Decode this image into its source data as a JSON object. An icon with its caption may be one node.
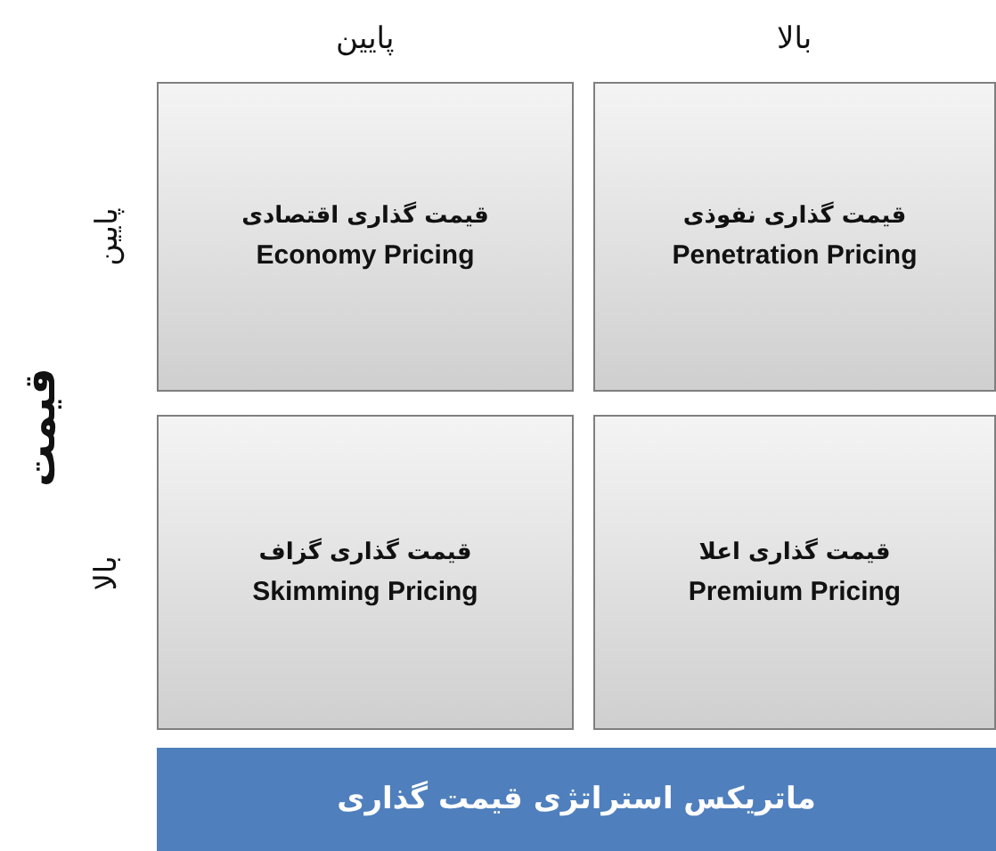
{
  "diagram": {
    "nodes": [
      {
        "text": [
          "قیمت گذاری اقتصادی",
          "Economy Pricing"
        ]
      },
      {
        "text": [
          "قیمت گذاری نفوذی",
          "Penetration Pricing"
        ]
      },
      {
        "text": [
          "قیمت گذاری گزاف",
          "Skimming Pricing"
        ]
      },
      {
        "text": [
          "قیمت گذاری اعلا",
          "Premium Pricing"
        ]
      },
      {
        "text": [
          "ماتریکس استراتژی قیمت گذاری"
        ]
      }
    ],
    "labels": [
      "پایین",
      "بالا",
      "قیمت",
      "پایین",
      "بالا"
    ]
  }
}
